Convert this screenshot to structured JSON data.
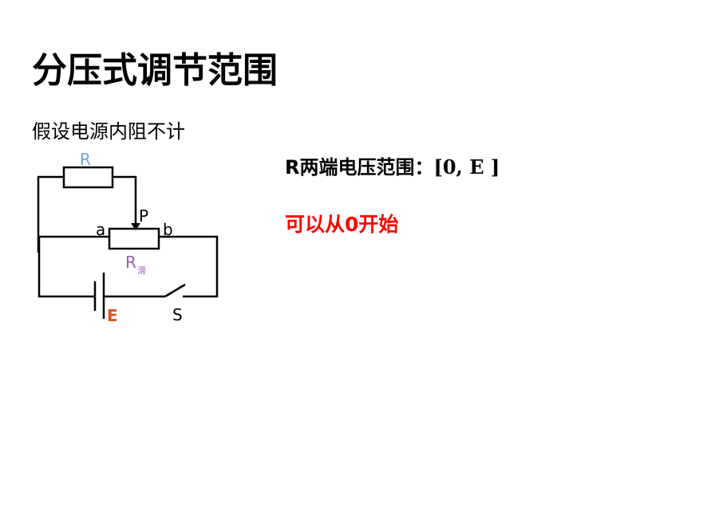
{
  "title": "分压式调节范围",
  "assumption": "假设电源内阻不计",
  "range_prefix": "R两端电压范围：",
  "range_value": "[0, E ]",
  "note": "可以从0开始",
  "circuit": {
    "label_R": "R",
    "label_a": "a",
    "label_b": "b",
    "label_P": "P",
    "label_Rslide": "R",
    "label_Rslide_sub": "滑",
    "label_E": "E",
    "label_S": "S",
    "colors": {
      "R": "#6fa8dc",
      "Rslide": "#9b59b6",
      "E": "#e0561b",
      "wire": "#000000"
    }
  }
}
